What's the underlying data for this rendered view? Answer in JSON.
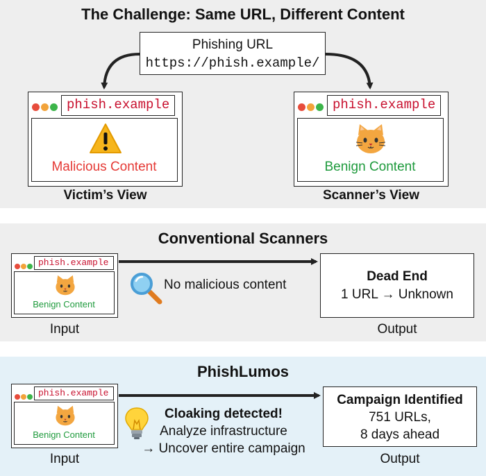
{
  "challenge": {
    "title": "The Challenge: Same URL, Different Content",
    "url_box": {
      "label": "Phishing URL",
      "url": "https://phish.example/"
    },
    "victim": {
      "domain": "phish.example",
      "content": "Malicious Content",
      "caption": "Victim’s View",
      "icon": "warning-icon"
    },
    "scanner": {
      "domain": "phish.example",
      "content": "Benign Content",
      "caption": "Scanner’s View",
      "icon": "cat-face-icon"
    }
  },
  "conventional": {
    "title": "Conventional Scanners",
    "input": {
      "domain": "phish.example",
      "content": "Benign Content",
      "caption": "Input"
    },
    "note": "No malicious content",
    "output": {
      "title": "Dead End",
      "detail": "1 URL → Unknown",
      "caption": "Output"
    }
  },
  "phishlumos": {
    "title": "PhishLumos",
    "input": {
      "domain": "phish.example",
      "content": "Benign Content",
      "caption": "Input"
    },
    "note_title": "Cloaking detected!",
    "note_line1": "Analyze infrastructure",
    "note_line2": "→ Uncover entire campaign",
    "output": {
      "title": "Campaign Identified",
      "line1": "751 URLs,",
      "line2": "8 days ahead",
      "caption": "Output"
    }
  },
  "colors": {
    "malicious": "#e53935",
    "benign": "#1e9a3c",
    "url_red": "#c8102e",
    "panel_gray": "#eeeeee",
    "panel_blue": "#e4f1f8"
  }
}
